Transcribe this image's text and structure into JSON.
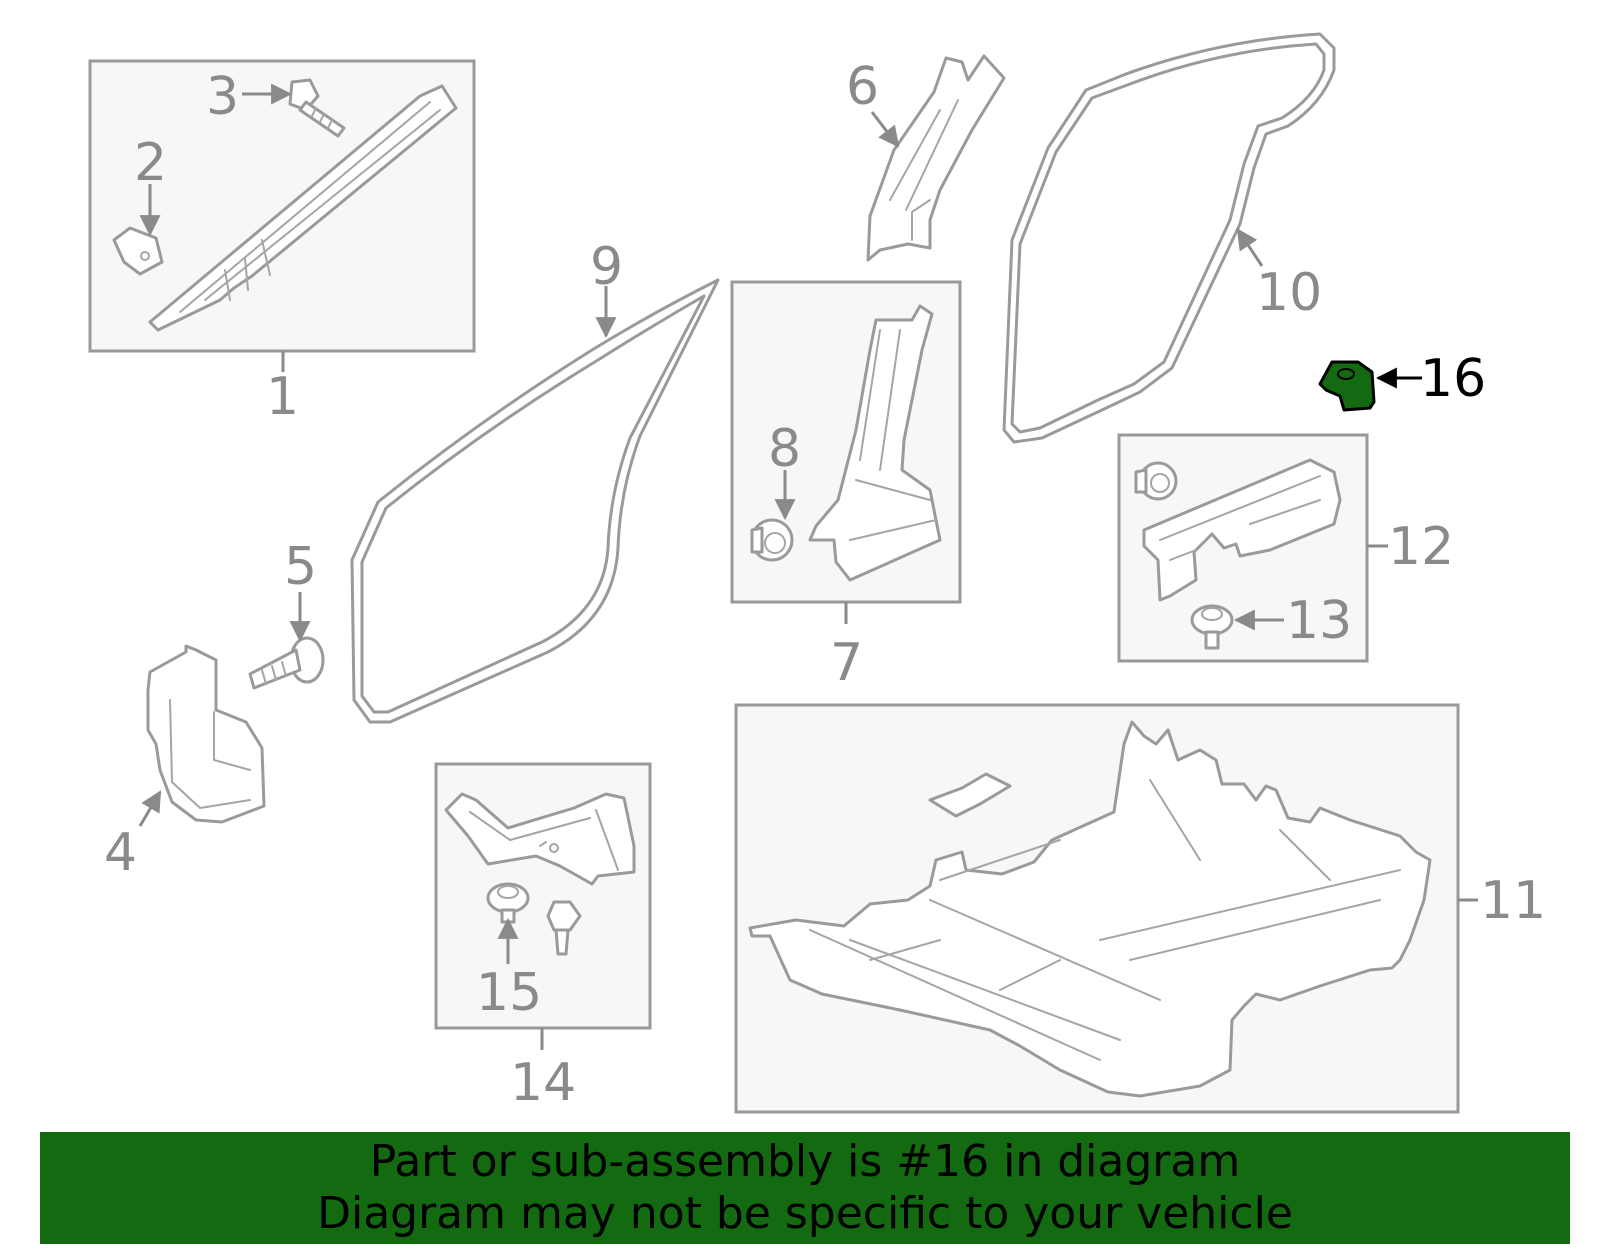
{
  "callouts": [
    {
      "id": "1",
      "label": "1"
    },
    {
      "id": "2",
      "label": "2"
    },
    {
      "id": "3",
      "label": "3"
    },
    {
      "id": "4",
      "label": "4"
    },
    {
      "id": "5",
      "label": "5"
    },
    {
      "id": "6",
      "label": "6"
    },
    {
      "id": "7",
      "label": "7"
    },
    {
      "id": "8",
      "label": "8"
    },
    {
      "id": "9",
      "label": "9"
    },
    {
      "id": "10",
      "label": "10"
    },
    {
      "id": "11",
      "label": "11"
    },
    {
      "id": "12",
      "label": "12"
    },
    {
      "id": "13",
      "label": "13"
    },
    {
      "id": "14",
      "label": "14"
    },
    {
      "id": "15",
      "label": "15"
    },
    {
      "id": "16",
      "label": "16"
    }
  ],
  "highlight": {
    "part": "16",
    "color": "#136a10"
  },
  "banner": {
    "line1": "Part or sub-assembly is #16 in diagram",
    "line2": "Diagram may not be specific to your vehicle",
    "background": "#136a10"
  }
}
